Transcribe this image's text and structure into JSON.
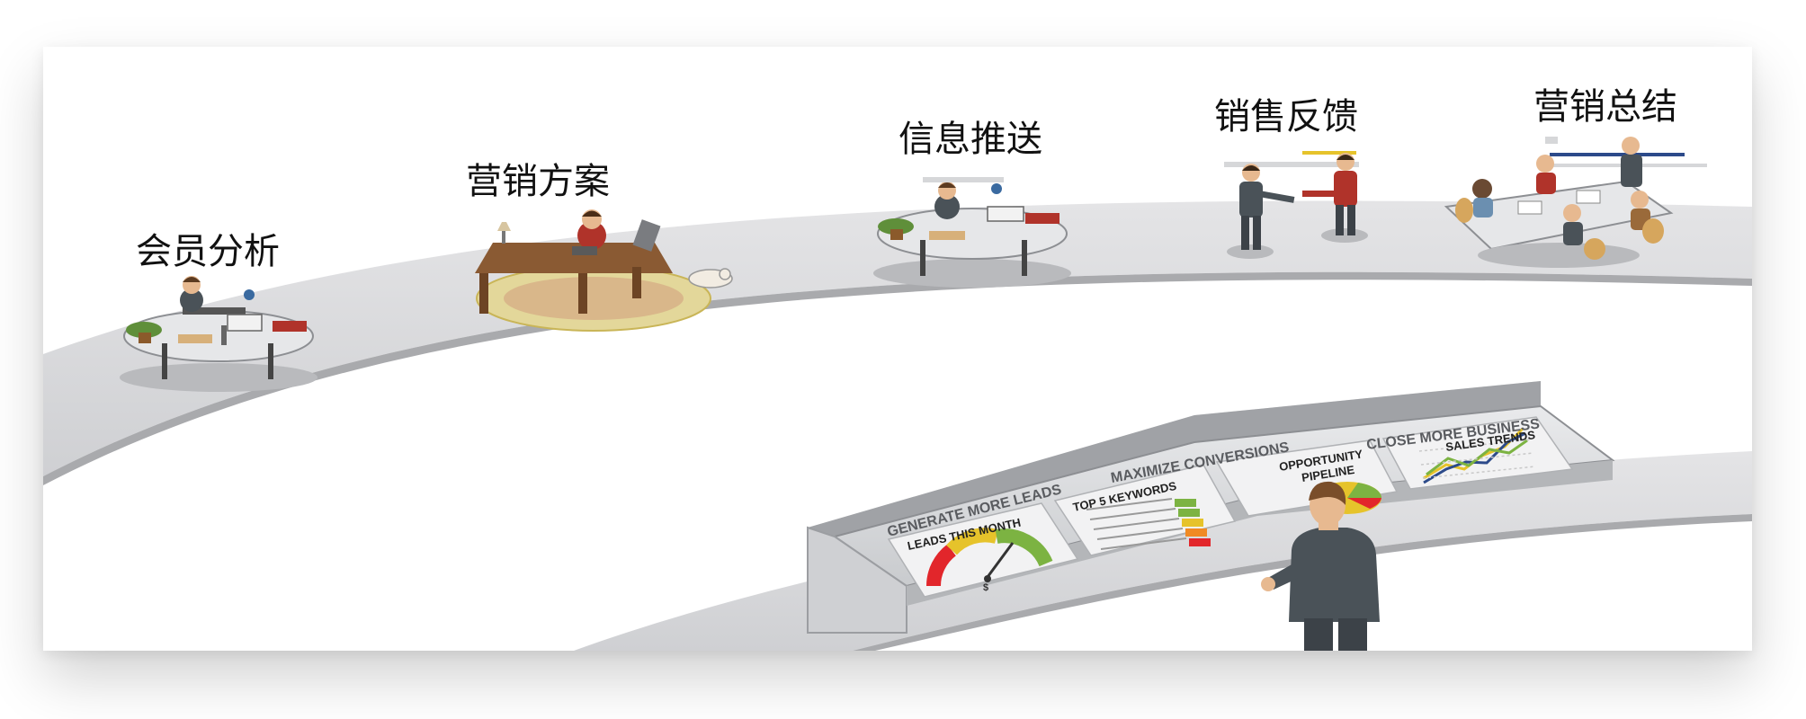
{
  "stages": [
    {
      "id": "member",
      "label": "会员分析"
    },
    {
      "id": "plan",
      "label": "营销方案"
    },
    {
      "id": "push",
      "label": "信息推送"
    },
    {
      "id": "feedback",
      "label": "销售反馈"
    },
    {
      "id": "summary",
      "label": "营销总结"
    }
  ],
  "dashboard": {
    "headers": [
      "GENERATE MORE LEADS",
      "MAXIMIZE CONVERSIONS",
      "CLOSE MORE BUSINESS"
    ],
    "panels": {
      "leads": "LEADS THIS MONTH",
      "keywords": "TOP 5 KEYWORDS",
      "pipeline_line1": "OPPORTUNITY",
      "pipeline_line2": "PIPELINE",
      "trends": "SALES TRENDS"
    },
    "gauge_symbol": "$"
  },
  "colors": {
    "track": "#d8d8da",
    "track_edge": "#a9aaad",
    "shadow": "#b9babd",
    "suit": "#4a5258",
    "red_shirt": "#b0332a",
    "gauge_red": "#e2262b",
    "gauge_yellow": "#e6c32b",
    "gauge_green": "#7cb342"
  }
}
